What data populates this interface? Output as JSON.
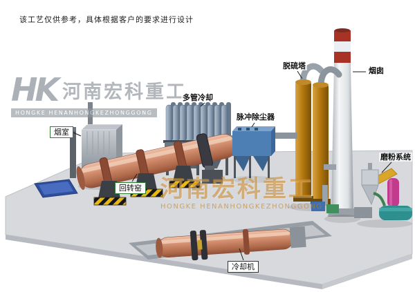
{
  "disclaimer": "该工艺仅供参考，具体根据客户的要求进行设计",
  "watermark": {
    "monogram": "HK",
    "brand_cn": "河南宏科重工",
    "brand_en": "HONGKE HENANHONGKEZHONGGONG",
    "center_cn": "河南宏科重工",
    "center_en": "HONGKE HENANHONGKEZHONGGONG"
  },
  "labels": {
    "smoke_chamber": "烟室",
    "rotary_kiln": "回转窑",
    "multi_tube_cooler": "多管冷却",
    "pulse_dust_collector": "脉冲除尘器",
    "desulfurization_tower": "脱硫塔",
    "chimney": "烟囱",
    "milling_system": "磨粉系统",
    "cooling_machine": "冷却机"
  },
  "colors": {
    "kiln_body": "#c98a68",
    "cooler_tubes": "#8496ab",
    "dust_collector_blue": "#4d7fb5",
    "desulf_tower_orange": "#b5790f",
    "chimney_band_red": "#a93226",
    "platform_gray": "#d7d9dc",
    "watermark_orange": "#c8821e",
    "label_border_green": "#2f7d32",
    "hazard_yellow": "#e8b90f"
  }
}
